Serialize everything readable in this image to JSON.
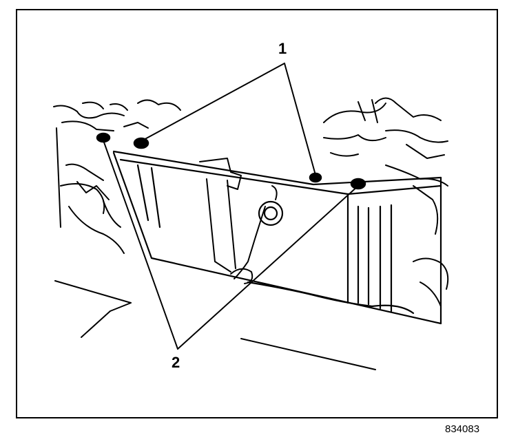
{
  "diagram": {
    "callouts": [
      {
        "label": "1"
      },
      {
        "label": "2"
      }
    ],
    "figure_id": "834083"
  },
  "colors": {
    "ink": "#000000",
    "paper": "#ffffff"
  }
}
